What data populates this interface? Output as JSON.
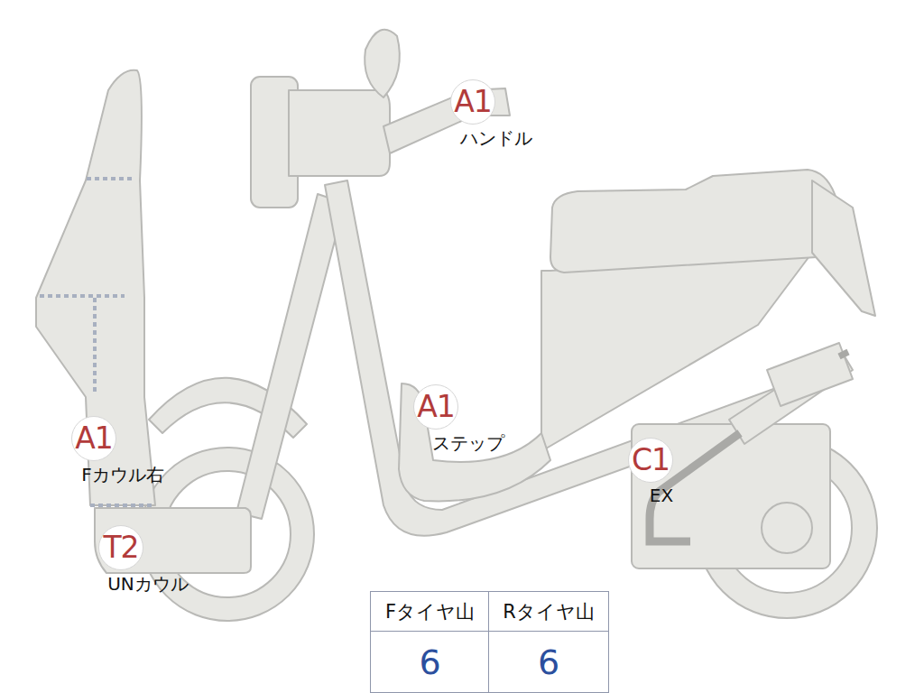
{
  "diagram": {
    "nodes": [
      {
        "text": [
          "A1",
          "ハンドル"
        ]
      },
      {
        "text": [
          "A1",
          "ステップ"
        ]
      },
      {
        "text": [
          "A1",
          "Fカウル右"
        ]
      },
      {
        "text": [
          "C1",
          "EX"
        ]
      },
      {
        "text": [
          "T2",
          "UNカウル"
        ]
      }
    ],
    "labels": [
      "Fタイヤ山",
      "Rタイヤ山",
      "6",
      "6"
    ]
  }
}
